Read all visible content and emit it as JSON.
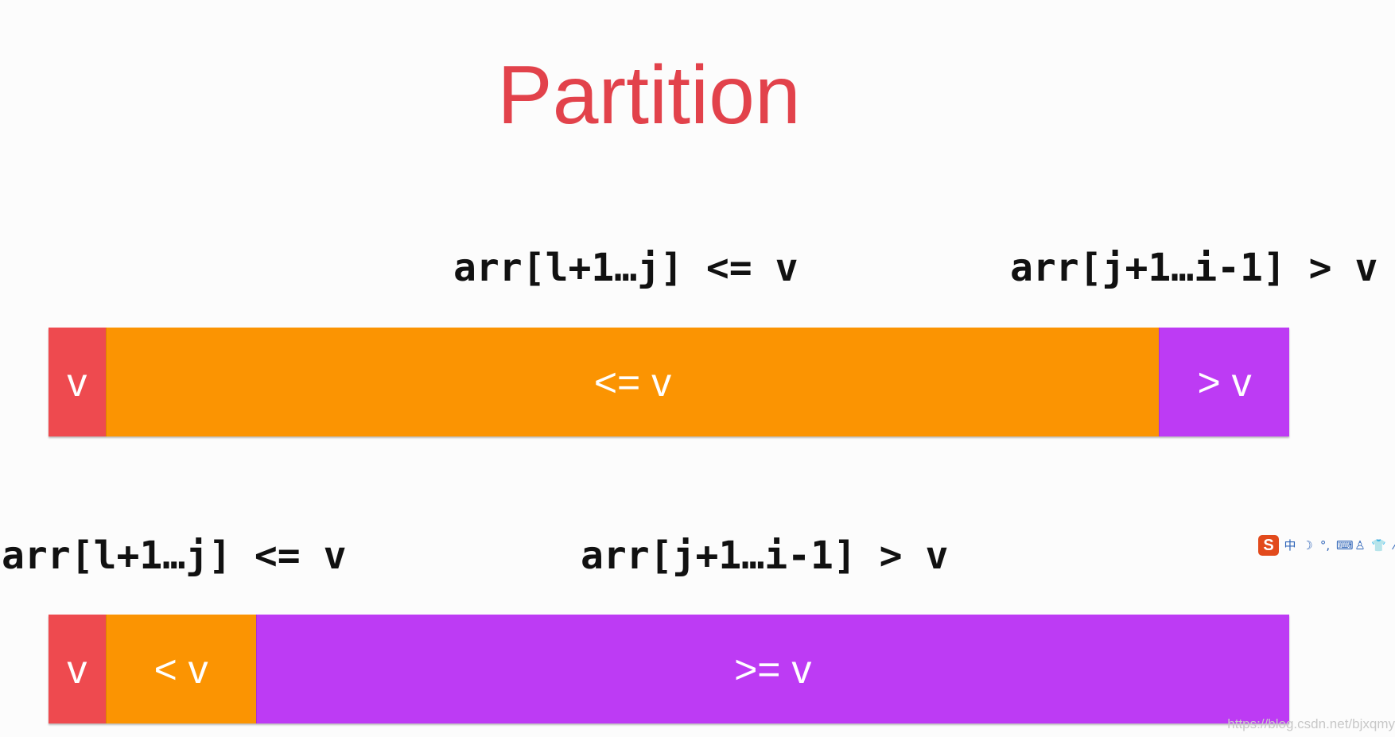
{
  "title": "Partition",
  "colors": {
    "title": "#e2424b",
    "pivot": "#ee4a4f",
    "less_equal": "#fb9402",
    "greater": "#bd3bf4",
    "segment_text": "#ffffff",
    "label_text": "#111111"
  },
  "top": {
    "label_left": "arr[l+1…j] <= v",
    "label_right": "arr[j+1…i-1] > v",
    "segments": [
      {
        "label": "v",
        "color": "#ee4a4f",
        "fraction": 0.046
      },
      {
        "label": "<= v",
        "color": "#fb9402",
        "fraction": 0.849
      },
      {
        "label": "> v",
        "color": "#bd3bf4",
        "fraction": 0.105
      }
    ]
  },
  "bottom": {
    "label_left": "arr[l+1…j] <= v",
    "label_right": "arr[j+1…i-1] > v",
    "segments": [
      {
        "label": "v",
        "color": "#ee4a4f",
        "fraction": 0.046
      },
      {
        "label": "< v",
        "color": "#fb9402",
        "fraction": 0.121
      },
      {
        "label": ">= v",
        "color": "#bd3bf4",
        "fraction": 0.833
      }
    ]
  },
  "tray": {
    "logo": "S",
    "icons": [
      "中",
      "☽",
      "°,",
      "⌨",
      "♙",
      "👕",
      "⁄"
    ]
  },
  "watermark": "https://blog.csdn.net/bjxqmy"
}
